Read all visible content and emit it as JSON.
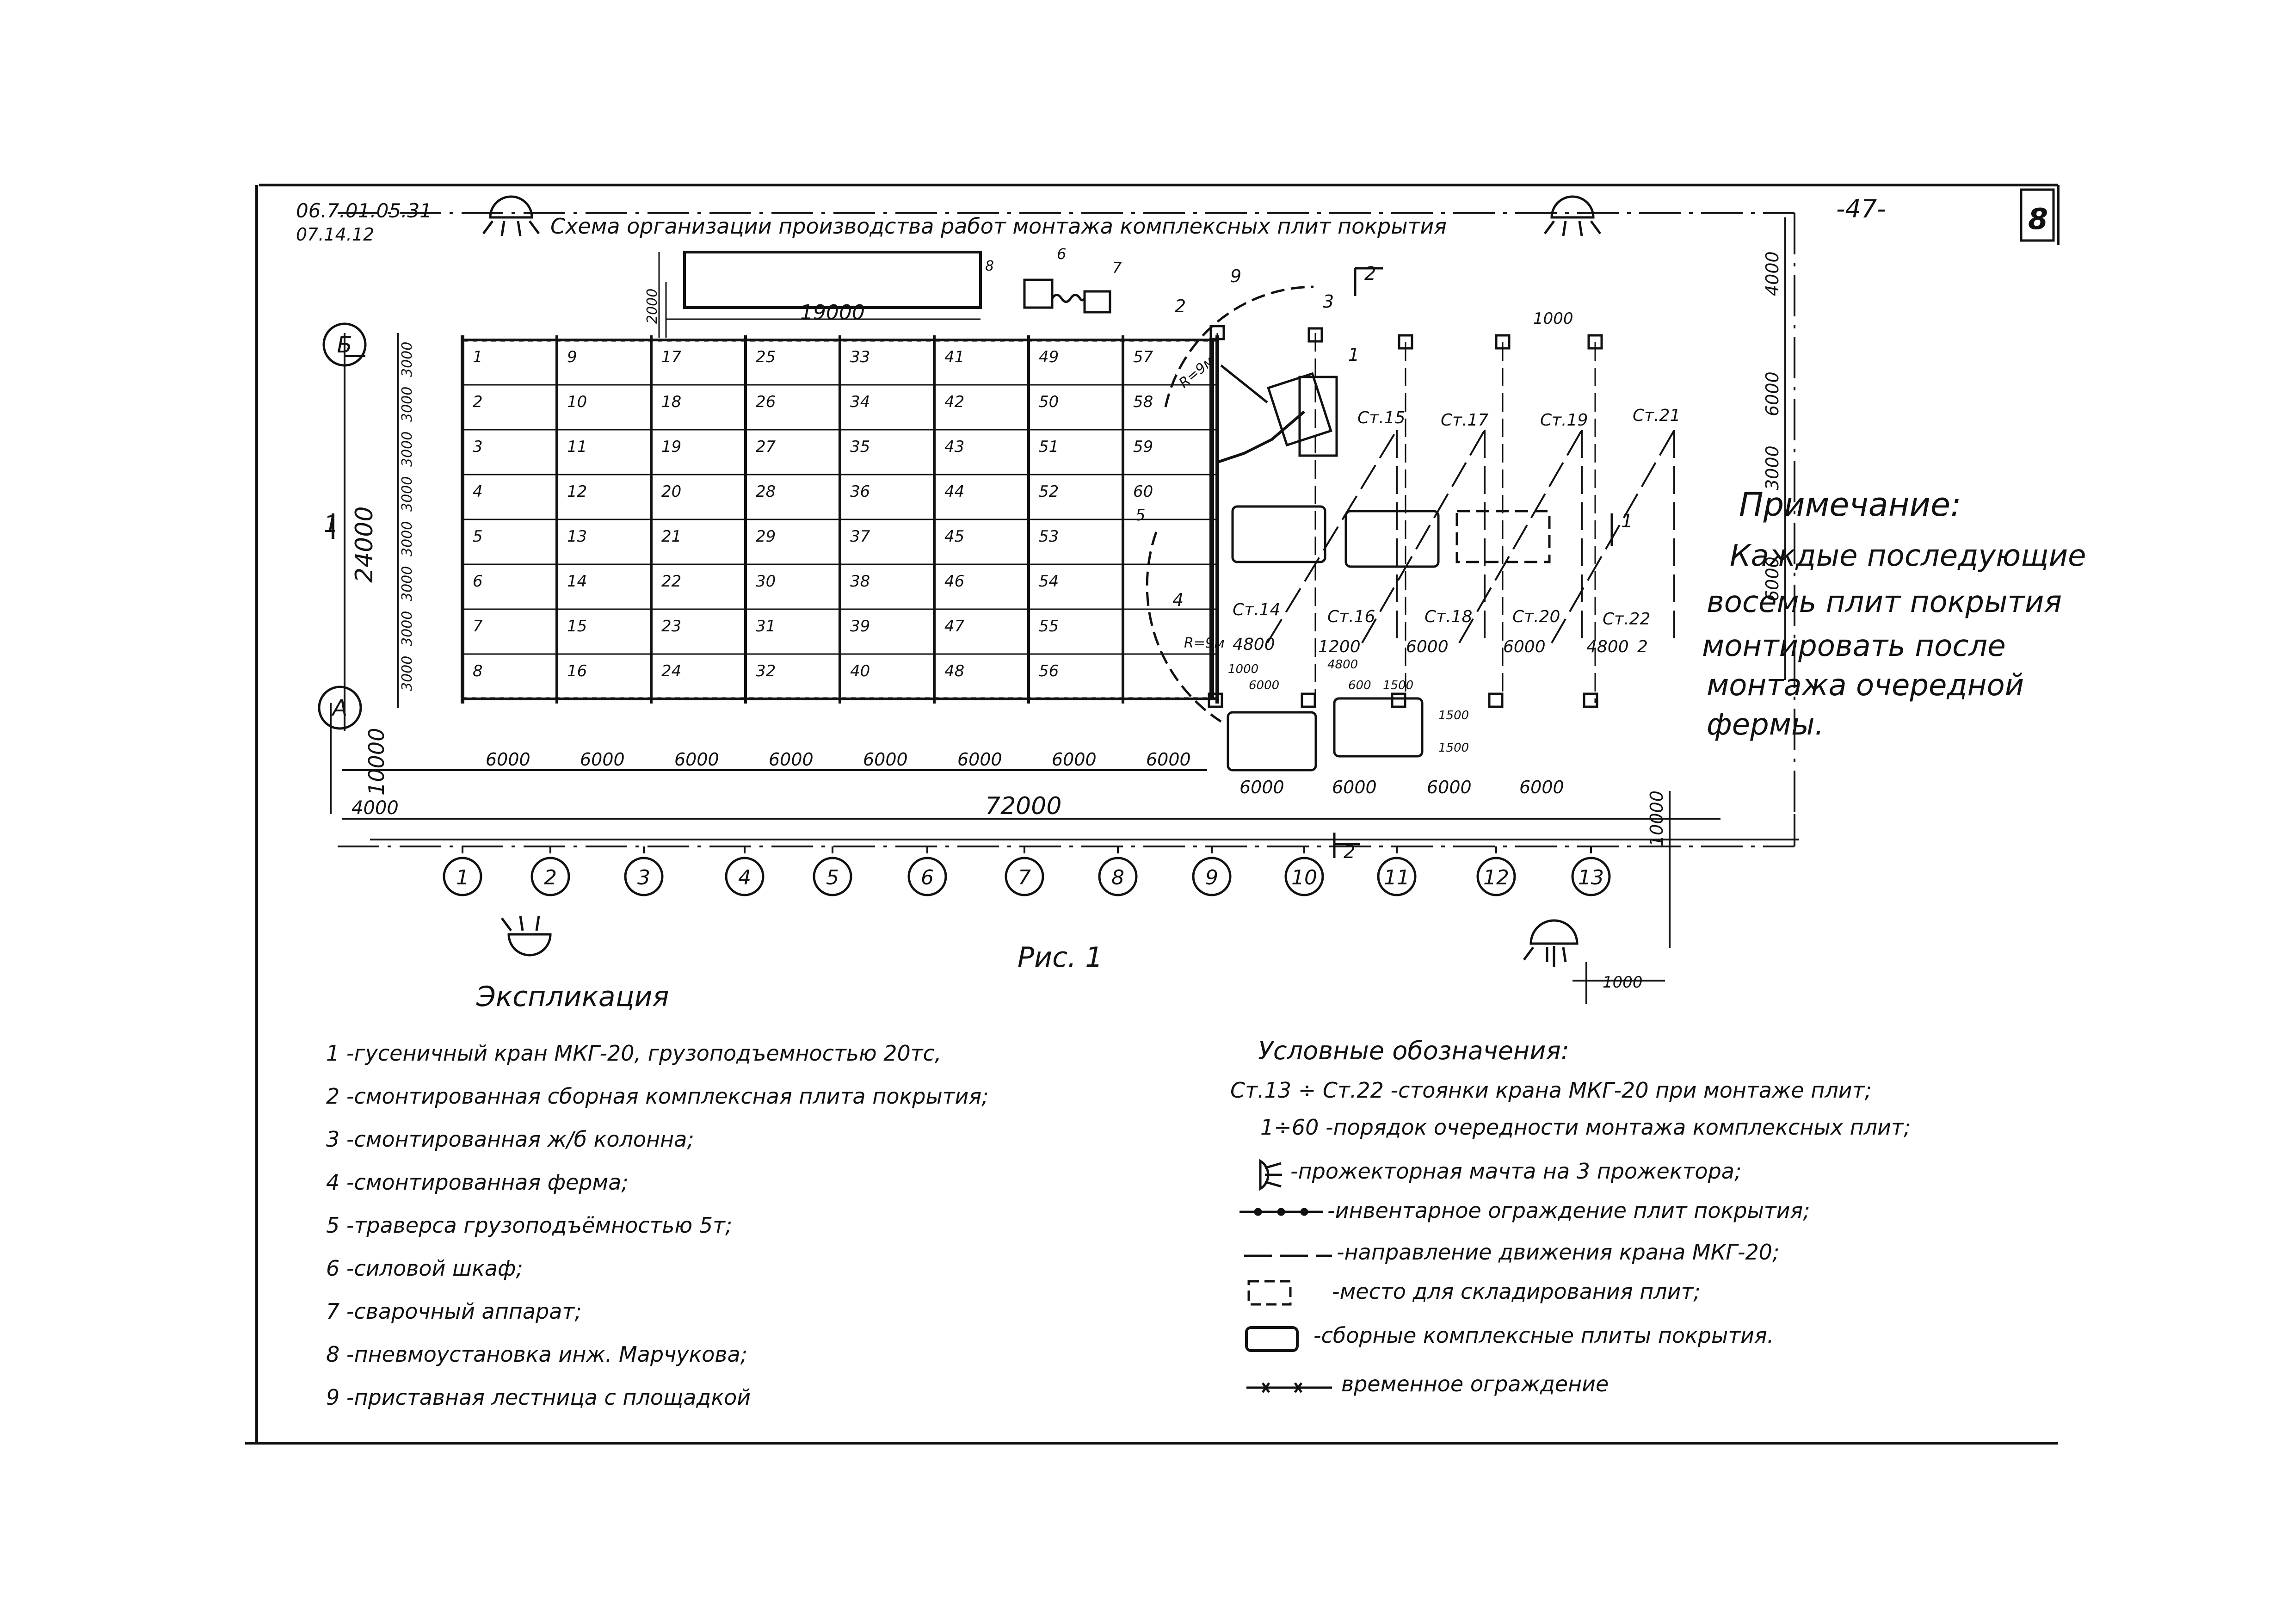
{
  "header": {
    "code_line1": "06.7.01.05.31",
    "code_line2": "07.14.12",
    "title": "Схема организации производства работ монтажа комплексных плит покрытия",
    "page_number": "-47-",
    "corner_mark": "8"
  },
  "dimensions": {
    "top_span": "19000",
    "top_small": "2000",
    "left_total": "24000",
    "left_offset": "10000",
    "bottom_total": "72000",
    "bottom_left": "4000",
    "right_1": "4000",
    "right_2": "6000",
    "right_3": "3000",
    "right_4": "6000",
    "right_bottom": "10000",
    "bay": "6000",
    "row_step": "3000",
    "dim_1000_top": "1000",
    "dim_1000_bottom": "1000",
    "crane_dims": [
      "4800",
      "1200",
      "6000",
      "6000",
      "4800",
      "2"
    ],
    "crane_dims_low": [
      "6000",
      "4800",
      "1000",
      "600",
      "1500",
      "1500",
      "1500"
    ],
    "bottom_crane_bays": [
      "6000",
      "6000",
      "6000",
      "6000"
    ],
    "radius_label": "R=9м",
    "radius_label_2": "R=9м"
  },
  "axes": {
    "letters": [
      "Б",
      "А"
    ],
    "numbers": [
      "1",
      "2",
      "3",
      "4",
      "5",
      "6",
      "7",
      "8",
      "9",
      "10",
      "11",
      "12",
      "13"
    ],
    "section_marks": [
      "1",
      "1",
      "2",
      "2"
    ]
  },
  "slabs": {
    "columns": [
      [
        "1",
        "2",
        "3",
        "4",
        "5",
        "6",
        "7",
        "8"
      ],
      [
        "9",
        "10",
        "11",
        "12",
        "13",
        "14",
        "15",
        "16"
      ],
      [
        "17",
        "18",
        "19",
        "20",
        "21",
        "22",
        "23",
        "24"
      ],
      [
        "25",
        "26",
        "27",
        "28",
        "29",
        "30",
        "31",
        "32"
      ],
      [
        "33",
        "34",
        "35",
        "36",
        "37",
        "38",
        "39",
        "40"
      ],
      [
        "41",
        "42",
        "43",
        "44",
        "45",
        "46",
        "47",
        "48"
      ],
      [
        "49",
        "50",
        "51",
        "52",
        "53",
        "54",
        "55",
        "56"
      ],
      [
        "57",
        "58",
        "59",
        "60"
      ]
    ]
  },
  "crane_stations": [
    "Ст.14",
    "Ст.15",
    "Ст.16",
    "Ст.17",
    "Ст.18",
    "Ст.19",
    "Ст.20",
    "Ст.21",
    "Ст.22"
  ],
  "callouts": [
    "1",
    "2",
    "3",
    "4",
    "5",
    "6",
    "7",
    "8",
    "9"
  ],
  "figure_caption": "Рис. 1",
  "explication": {
    "title": "Экспликация",
    "items": [
      "1 -гусеничный кран МКГ-20, грузоподъемностью 20тс,",
      "2 -смонтированная сборная комплексная плита покрытия;",
      "3 -смонтированная ж/б колонна;",
      "4 -смонтированная ферма;",
      "5 -траверса грузоподъёмностью 5т;",
      "6 -силовой шкаф;",
      "7 -сварочный аппарат;",
      "8 -пневмоустановка инж. Марчукова;",
      "9 -приставная лестница с площадкой"
    ]
  },
  "conventions": {
    "title": "Условные обозначения:",
    "items": [
      "Ст.13 ÷ Ст.22 -стоянки крана МКГ-20 при монтаже плит;",
      "1÷60 -порядок очередности монтажа комплексных плит;",
      "-прожекторная мачта на 3 прожектора;",
      "-инвентарное ограждение плит покрытия;",
      "-направление движения крана МКГ-20;",
      "-место для складирования плит;",
      "-сборные комплексные плиты покрытия.",
      "временное ограждение"
    ]
  },
  "note": {
    "title": "Примечание:",
    "lines": [
      "Каждые последующие",
      "восемь плит покрытия",
      "монтировать после",
      "монтажа очередной",
      "фермы."
    ]
  }
}
